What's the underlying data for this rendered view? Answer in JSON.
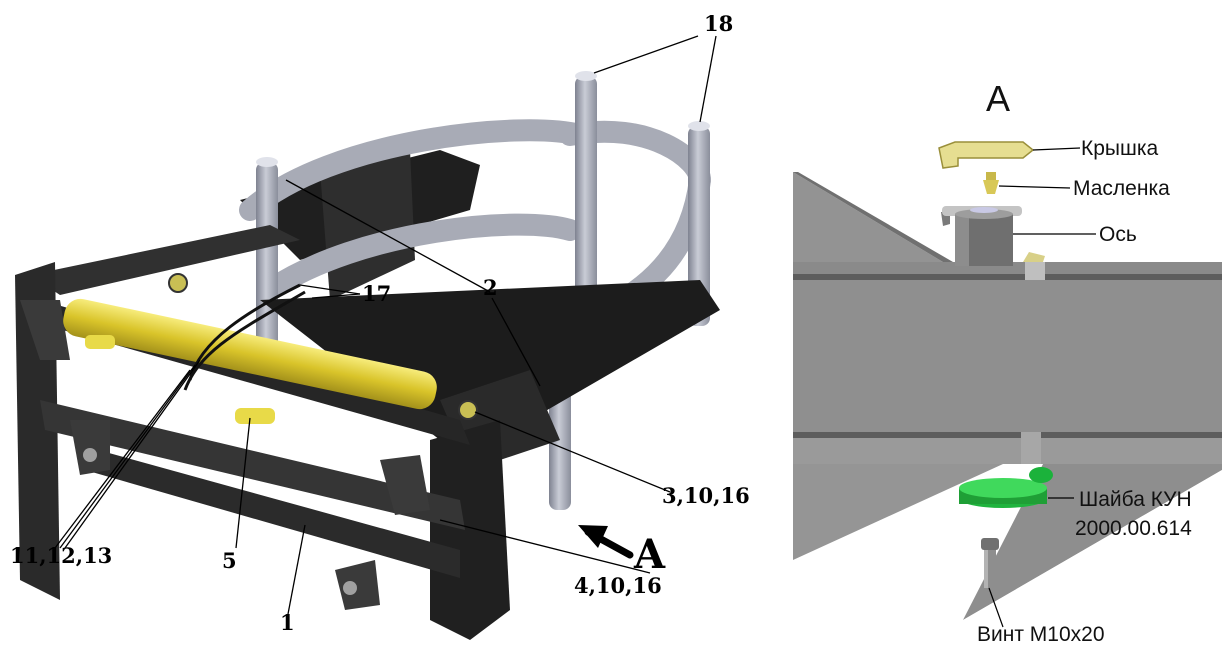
{
  "main_view": {
    "callouts": {
      "c18": "18",
      "c17": "17",
      "c2": "2",
      "c3_10_16": "3,10,16",
      "c11_12_13": "11,12,13",
      "c5": "5",
      "c1": "1",
      "c4_10_16": "4,10,16"
    },
    "view_arrow_label": "A"
  },
  "detail_view": {
    "title": "A",
    "labels": {
      "cover": "Крышка",
      "oiler": "Масленка",
      "axle": "Ось",
      "washer_line1": "Шайба КУН",
      "washer_line2": "2000.00.614",
      "screw": "Винт М10х20"
    }
  },
  "colors": {
    "frame": "#262626",
    "tube": "#a6a9b4",
    "cylinder": "#e3d23a",
    "plate_gray": "#8d8d8d",
    "washer": "#1bb23b",
    "cover_yellow": "#e6de91"
  }
}
